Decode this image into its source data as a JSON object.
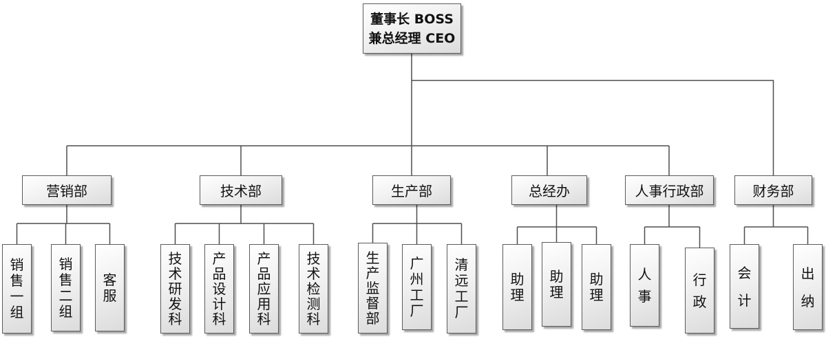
{
  "root": {
    "line1": "董事长 BOSS",
    "line2": "兼总经理 CEO"
  },
  "departments": [
    {
      "name": "营销部",
      "children": [
        "销售一组",
        "销售二组",
        "客服"
      ]
    },
    {
      "name": "技术部",
      "children": [
        "技术研发科",
        "产品设计科",
        "产品应用科",
        "技术检测科"
      ]
    },
    {
      "name": "生产部",
      "children": [
        "生产监督部",
        "广州工厂",
        "清远工厂"
      ]
    },
    {
      "name": "总经办",
      "children": [
        "助理",
        "助理",
        "助理"
      ]
    },
    {
      "name": "人事行政部",
      "children": [
        "人事",
        "行政"
      ]
    },
    {
      "name": "财务部",
      "children": [
        "会计",
        "出纳"
      ]
    }
  ],
  "colors": {
    "line": "#4d4d4d",
    "border": "#5a5a5a",
    "fill_top": "#ffffff",
    "fill_bottom": "#dcdcdc"
  }
}
